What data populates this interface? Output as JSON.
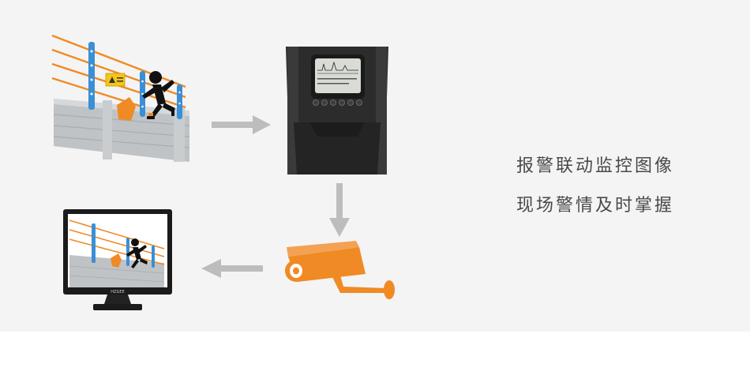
{
  "caption": {
    "line1": "报警联动监控图像",
    "line2": "现场警情及时掌握"
  },
  "monitor": {
    "brand": "HZGEE"
  },
  "colors": {
    "panel_background": "#f4f4f4",
    "accent_orange": "#f08a24",
    "fence_post_blue": "#3b8fd6",
    "arrow_gray": "#bdbdbd",
    "device_dark": "#2c2c2c",
    "caption_text": "#4a4a4a"
  },
  "icons": {
    "fence_scene": "intruder-climbing-electric-fence",
    "controller": "alarm-host-device",
    "camera": "surveillance-camera",
    "monitor": "display-monitor",
    "arrows": [
      "arrow-right",
      "arrow-down",
      "arrow-left"
    ]
  }
}
